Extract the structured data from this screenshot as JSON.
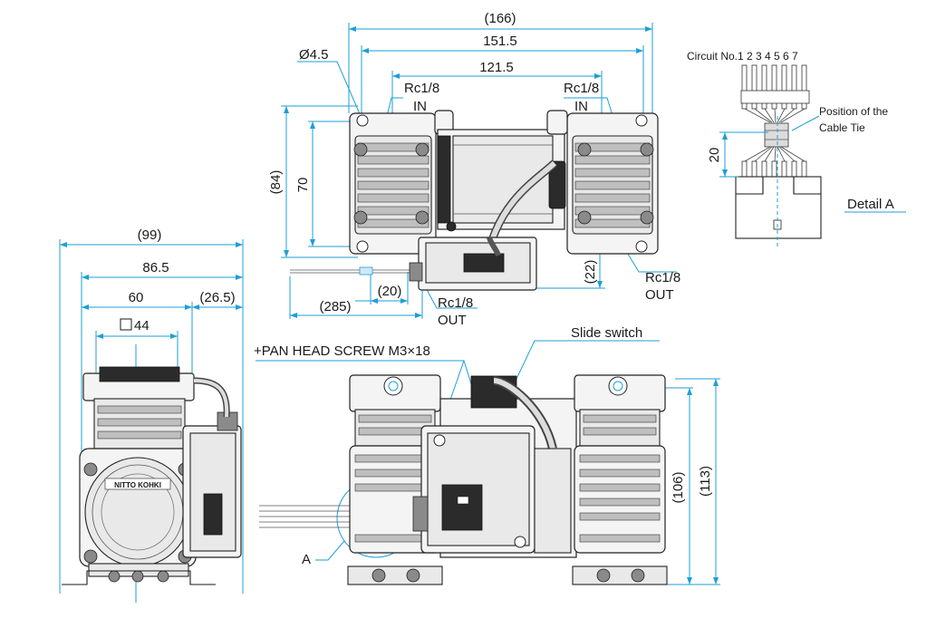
{
  "labels": {
    "dim_166": "(166)",
    "dim_151_5": "151.5",
    "dim_121_5": "121.5",
    "dia_4_5": "Ø4.5",
    "rc_in_left_1": "Rc1/8",
    "rc_in_left_2": "IN",
    "rc_in_right_1": "Rc1/8",
    "rc_in_right_2": "IN",
    "dim_84": "(84)",
    "dim_70": "70",
    "dim_22": "(22)",
    "rc_out_right_1": "Rc1/8",
    "rc_out_right_2": "OUT",
    "rc_out_left_1": "Rc1/8",
    "rc_out_left_2": "OUT",
    "dim_20_cable": "(20)",
    "dim_285": "(285)",
    "dim_99": "(99)",
    "dim_86_5": "86.5",
    "dim_60": "60",
    "dim_26_5": "(26.5)",
    "dim_44": "44",
    "screw": "+PAN HEAD SCREW M3×18",
    "slide_switch": "Slide switch",
    "dim_106": "(106)",
    "dim_113": "(113)",
    "detail_ref": "A",
    "circuit": "Circuit No.1 2 3 4 5 6 7",
    "cable_tie_1": "Position of the",
    "cable_tie_2": "Cable Tie",
    "dim_20_detail": "20",
    "detail_a": "Detail A",
    "brand": "NITTO KOHKI"
  },
  "colors": {
    "dimension": "#1e9fd6",
    "outline": "#1a1a1a"
  }
}
